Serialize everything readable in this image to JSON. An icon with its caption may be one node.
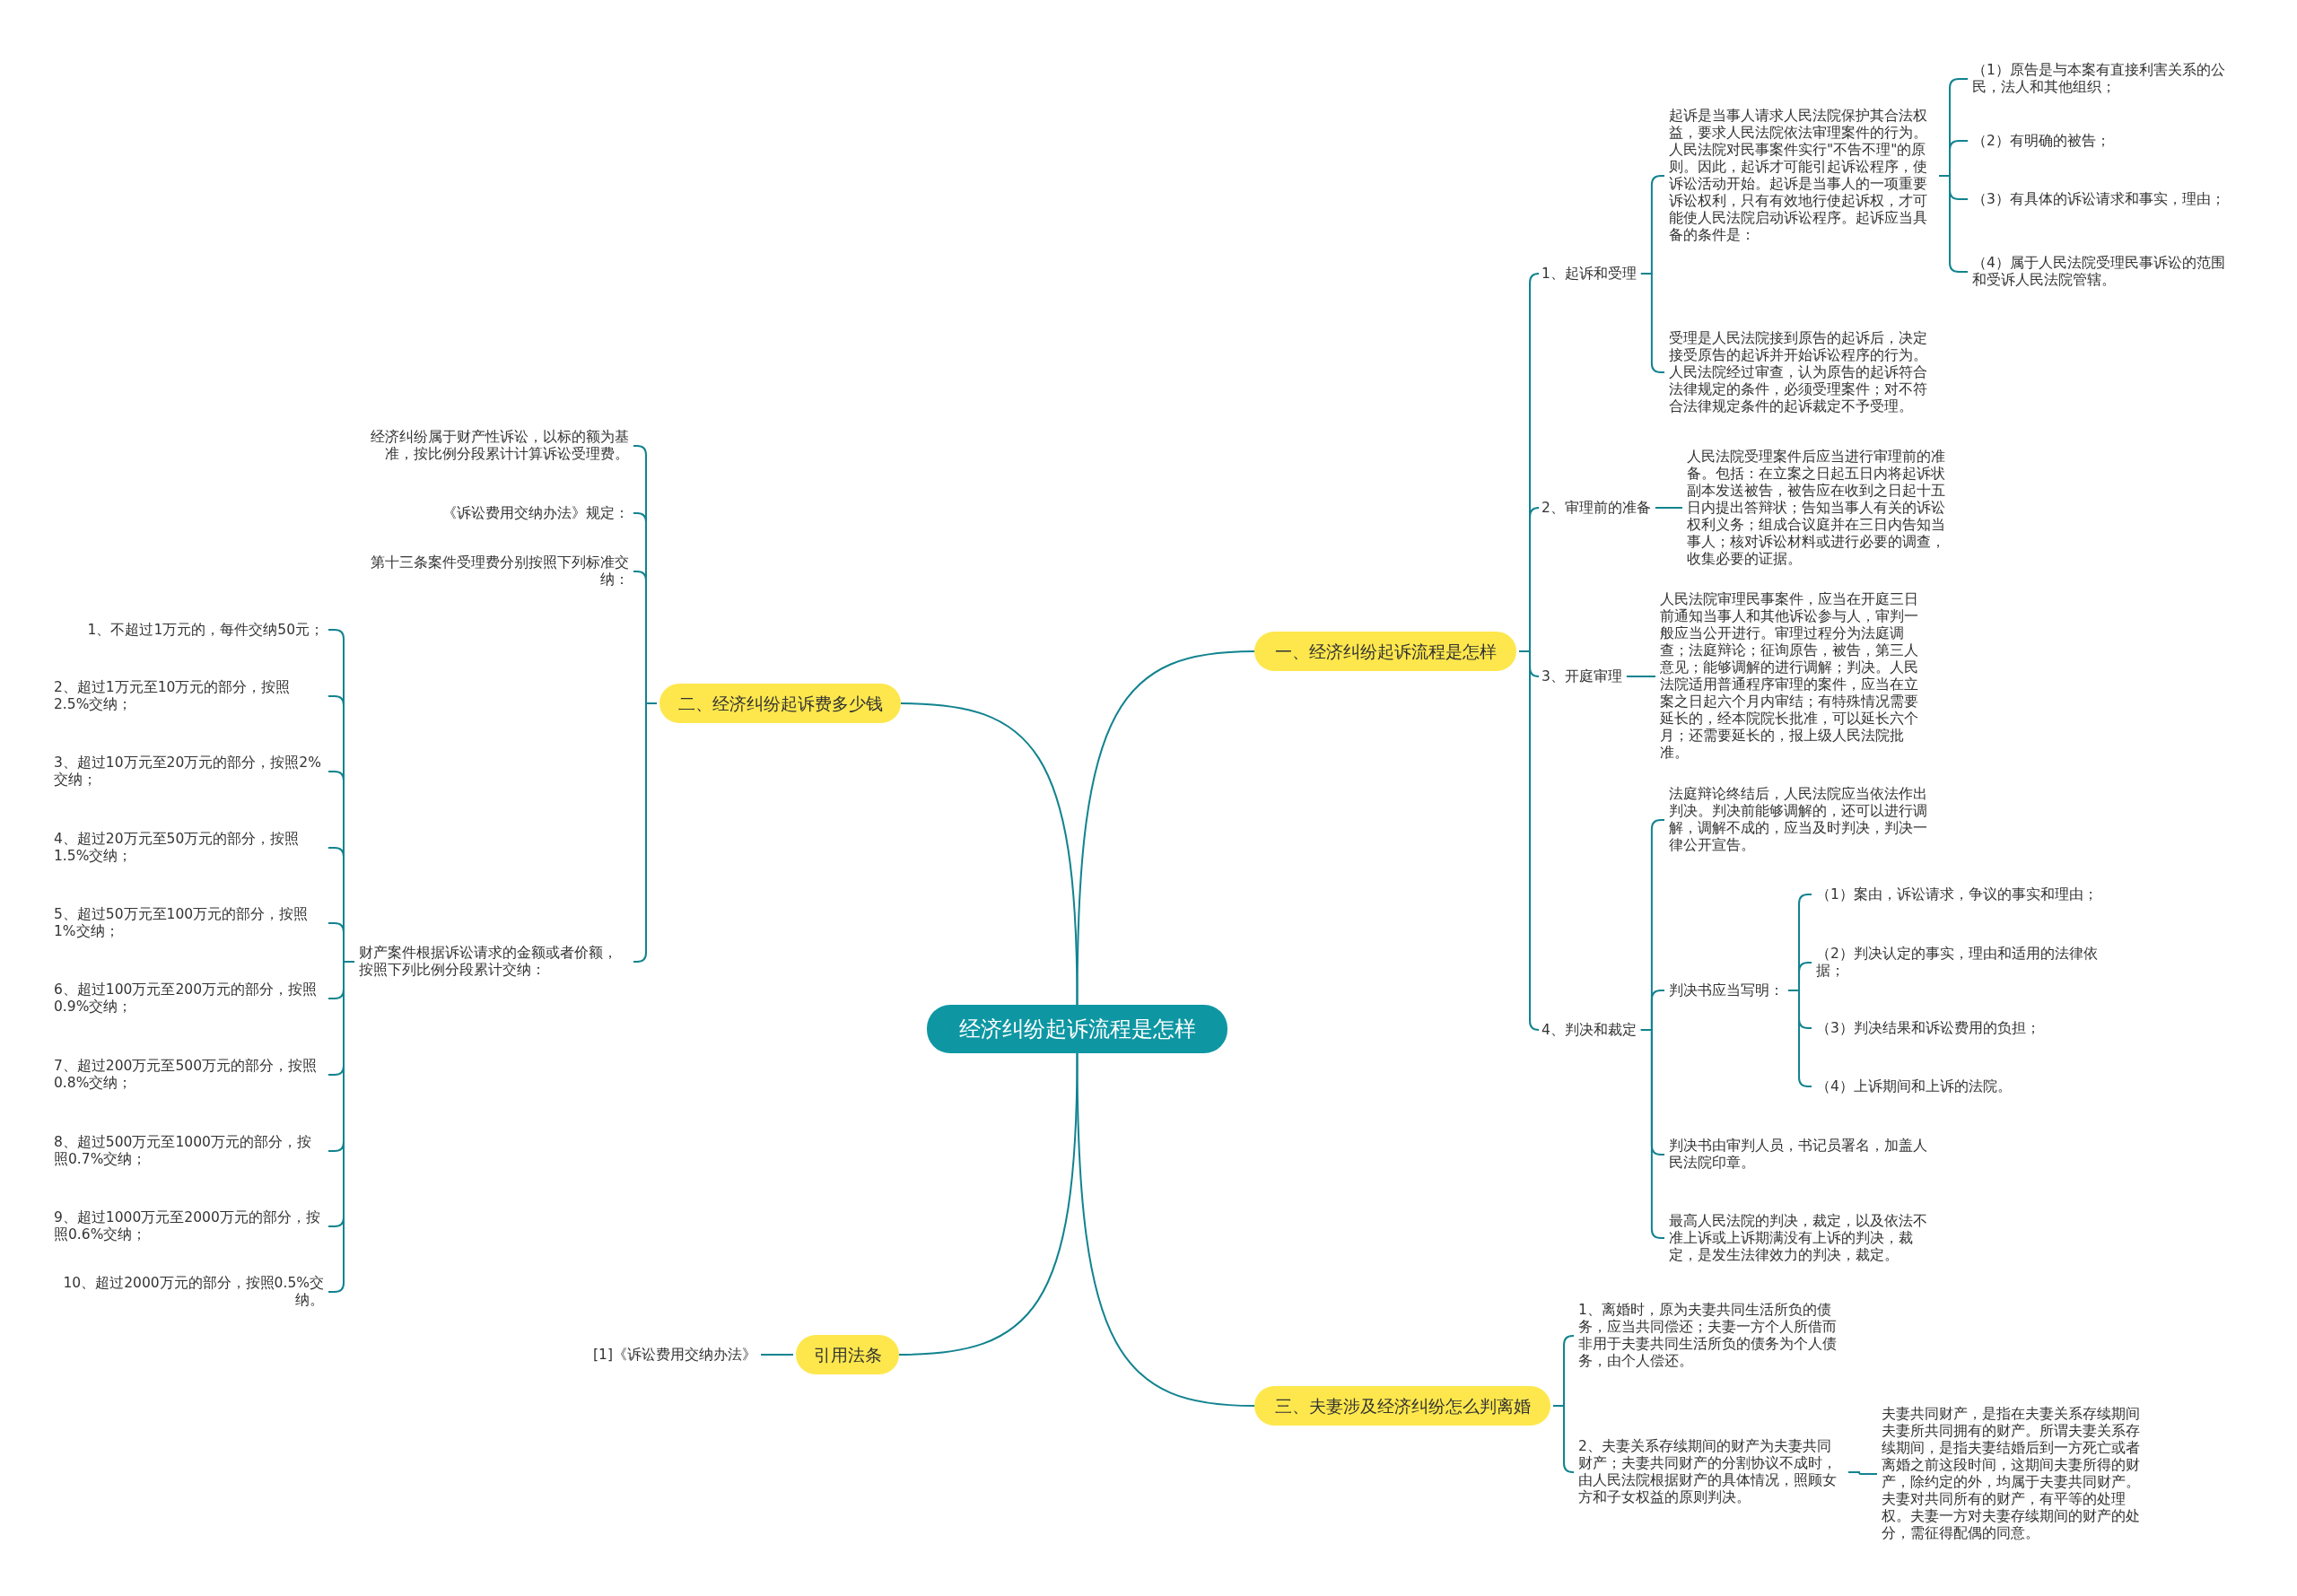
{
  "diagram": {
    "nodes": [
      {
        "text": [
          "经济纠纷起诉流程是怎样"
        ]
      },
      {
        "text": [
          "一、经济纠纷起诉流程是怎样"
        ]
      },
      {
        "text": [
          "1、起诉和受理"
        ]
      },
      {
        "text": [
          "起诉是当事人请求人民法院保护其合法权益，要求人民法院依法审理案件的行为。人民法院对民事案件实行\"不告不理\"的原则。因此，起诉才可能引起诉讼程序，使诉讼活动开始。起诉是当事人的一项重要诉讼权利，只有有效地行使起诉权，才可能使人民法院启动诉讼程序。起诉应当具备的条件是："
        ]
      },
      {
        "text": [
          "（1）原告是与本案有直接利害关系的公民，法人和其他组织；"
        ]
      },
      {
        "text": [
          "（2）有明确的被告；"
        ]
      },
      {
        "text": [
          "（3）有具体的诉讼请求和事实，理由；"
        ]
      },
      {
        "text": [
          "（4）属于人民法院受理民事诉讼的范围和受诉人民法院管辖。"
        ]
      },
      {
        "text": [
          "受理是人民法院接到原告的起诉后，决定接受原告的起诉并开始诉讼程序的行为。人民法院经过审查，认为原告的起诉符合法律规定的条件，必须受理案件；对不符合法律规定条件的起诉裁定不予受理。"
        ]
      },
      {
        "text": [
          "2、审理前的准备"
        ]
      },
      {
        "text": [
          "人民法院受理案件后应当进行审理前的准备。包括：在立案之日起五日内将起诉状副本发送被告，被告应在收到之日起十五日内提出答辩状；告知当事人有关的诉讼权利义务；组成合议庭并在三日内告知当事人；核对诉讼材料或进行必要的调查，收集必要的证据。"
        ]
      },
      {
        "text": [
          "3、开庭审理"
        ]
      },
      {
        "text": [
          "人民法院审理民事案件，应当在开庭三日前通知当事人和其他诉讼参与人，审判一般应当公开进行。审理过程分为法庭调查；法庭辩论；征询原告，被告，第三人意见；能够调解的进行调解；判决。人民法院适用普通程序审理的案件，应当在立案之日起六个月内审结；有特殊情况需要延长的，经本院院长批准，可以延长六个月；还需要延长的，报上级人民法院批准。"
        ]
      },
      {
        "text": [
          "4、判决和裁定"
        ]
      },
      {
        "text": [
          "法庭辩论终结后，人民法院应当依法作出判决。判决前能够调解的，还可以进行调解，调解不成的，应当及时判决，判决一律公开宣告。"
        ]
      },
      {
        "text": [
          "判决书应当写明："
        ]
      },
      {
        "text": [
          "（1）案由，诉讼请求，争议的事实和理由；"
        ]
      },
      {
        "text": [
          "（2）判决认定的事实，理由和适用的法律依据；"
        ]
      },
      {
        "text": [
          "（3）判决结果和诉讼费用的负担；"
        ]
      },
      {
        "text": [
          "（4）上诉期间和上诉的法院。"
        ]
      },
      {
        "text": [
          "判决书由审判人员，书记员署名，加盖人民法院印章。"
        ]
      },
      {
        "text": [
          "最高人民法院的判决，裁定，以及依法不准上诉或上诉期满没有上诉的判决，裁定，是发生法律效力的判决，裁定。"
        ]
      },
      {
        "text": [
          "二、经济纠纷起诉费多少钱"
        ]
      },
      {
        "text": [
          "经济纠纷属于财产性诉讼，以标的额为基准，按比例分段累计计算诉讼受理费。"
        ]
      },
      {
        "text": [
          "《诉讼费用交纳办法》规定："
        ]
      },
      {
        "text": [
          "第十三条案件受理费分别按照下列标准交纳："
        ]
      },
      {
        "text": [
          "财产案件根据诉讼请求的金额或者价额，按照下列比例分段累计交纳："
        ]
      },
      {
        "text": [
          "1、不超过1万元的，每件交纳50元；"
        ]
      },
      {
        "text": [
          "2、超过1万元至10万元的部分，按照2.5%交纳；"
        ]
      },
      {
        "text": [
          "3、超过10万元至20万元的部分，按照2%交纳；"
        ]
      },
      {
        "text": [
          "4、超过20万元至50万元的部分，按照1.5%交纳；"
        ]
      },
      {
        "text": [
          "5、超过50万元至100万元的部分，按照1%交纳；"
        ]
      },
      {
        "text": [
          "6、超过100万元至200万元的部分，按照0.9%交纳；"
        ]
      },
      {
        "text": [
          "7、超过200万元至500万元的部分，按照0.8%交纳；"
        ]
      },
      {
        "text": [
          "8、超过500万元至1000万元的部分，按照0.7%交纳；"
        ]
      },
      {
        "text": [
          "9、超过1000万元至2000万元的部分，按照0.6%交纳；"
        ]
      },
      {
        "text": [
          "10、超过2000万元的部分，按照0.5%交纳。"
        ]
      },
      {
        "text": [
          "引用法条"
        ]
      },
      {
        "text": [
          "[1]《诉讼费用交纳办法》"
        ]
      },
      {
        "text": [
          "三、夫妻涉及经济纠纷怎么判离婚"
        ]
      },
      {
        "text": [
          "1、离婚时，原为夫妻共同生活所负的债务，应当共同偿还；夫妻一方个人所借而非用于夫妻共同生活所负的债务为个人债务，由个人偿还。"
        ]
      },
      {
        "text": [
          "2、夫妻关系存续期间的财产为夫妻共同财产；夫妻共同财产的分割协议不成时，由人民法院根据财产的具体情况，照顾女方和子女权益的原则判决。"
        ]
      },
      {
        "text": [
          "夫妻共同财产，是指在夫妻关系存续期间夫妻所共同拥有的财产。所谓夫妻关系存续期间，是指夫妻结婚后到一方死亡或者离婚之前这段时间，这期间夫妻所得的财产，除约定的外，均属于夫妻共同财产。夫妻对共同所有的财产，有平等的处理权。夫妻一方对夫妻存续期间的财产的处分，需征得配偶的同意。"
        ]
      }
    ],
    "edges": [
      {
        "from": 0,
        "to": 1,
        "arrow": "none"
      },
      {
        "from": 0,
        "to": 22,
        "arrow": "none"
      },
      {
        "from": 0,
        "to": 37,
        "arrow": "none"
      },
      {
        "from": 0,
        "to": 39,
        "arrow": "none"
      },
      {
        "from": 1,
        "to": 2,
        "arrow": "none"
      },
      {
        "from": 1,
        "to": 9,
        "arrow": "none"
      },
      {
        "from": 1,
        "to": 11,
        "arrow": "none"
      },
      {
        "from": 1,
        "to": 13,
        "arrow": "none"
      },
      {
        "from": 2,
        "to": 3,
        "arrow": "none"
      },
      {
        "from": 2,
        "to": 8,
        "arrow": "none"
      },
      {
        "from": 3,
        "to": 4,
        "arrow": "none"
      },
      {
        "from": 3,
        "to": 5,
        "arrow": "none"
      },
      {
        "from": 3,
        "to": 6,
        "arrow": "none"
      },
      {
        "from": 3,
        "to": 7,
        "arrow": "none"
      },
      {
        "from": 9,
        "to": 10,
        "arrow": "none"
      },
      {
        "from": 11,
        "to": 12,
        "arrow": "none"
      },
      {
        "from": 13,
        "to": 14,
        "arrow": "none"
      },
      {
        "from": 13,
        "to": 15,
        "arrow": "none"
      },
      {
        "from": 13,
        "to": 20,
        "arrow": "none"
      },
      {
        "from": 13,
        "to": 21,
        "arrow": "none"
      },
      {
        "from": 15,
        "to": 16,
        "arrow": "none"
      },
      {
        "from": 15,
        "to": 17,
        "arrow": "none"
      },
      {
        "from": 15,
        "to": 18,
        "arrow": "none"
      },
      {
        "from": 15,
        "to": 19,
        "arrow": "none"
      },
      {
        "from": 22,
        "to": 23,
        "arrow": "none"
      },
      {
        "from": 22,
        "to": 24,
        "arrow": "none"
      },
      {
        "from": 22,
        "to": 25,
        "arrow": "none"
      },
      {
        "from": 22,
        "to": 26,
        "arrow": "none"
      },
      {
        "from": 26,
        "to": 27,
        "arrow": "none"
      },
      {
        "from": 26,
        "to": 28,
        "arrow": "none"
      },
      {
        "from": 26,
        "to": 29,
        "arrow": "none"
      },
      {
        "from": 26,
        "to": 30,
        "arrow": "none"
      },
      {
        "from": 26,
        "to": 31,
        "arrow": "none"
      },
      {
        "from": 26,
        "to": 32,
        "arrow": "none"
      },
      {
        "from": 26,
        "to": 33,
        "arrow": "none"
      },
      {
        "from": 26,
        "to": 34,
        "arrow": "none"
      },
      {
        "from": 26,
        "to": 35,
        "arrow": "none"
      },
      {
        "from": 26,
        "to": 36,
        "arrow": "none"
      },
      {
        "from": 37,
        "to": 38,
        "arrow": "none"
      },
      {
        "from": 39,
        "to": 40,
        "arrow": "none"
      },
      {
        "from": 39,
        "to": 41,
        "arrow": "none"
      },
      {
        "from": 41,
        "to": 42,
        "arrow": "none"
      }
    ]
  }
}
